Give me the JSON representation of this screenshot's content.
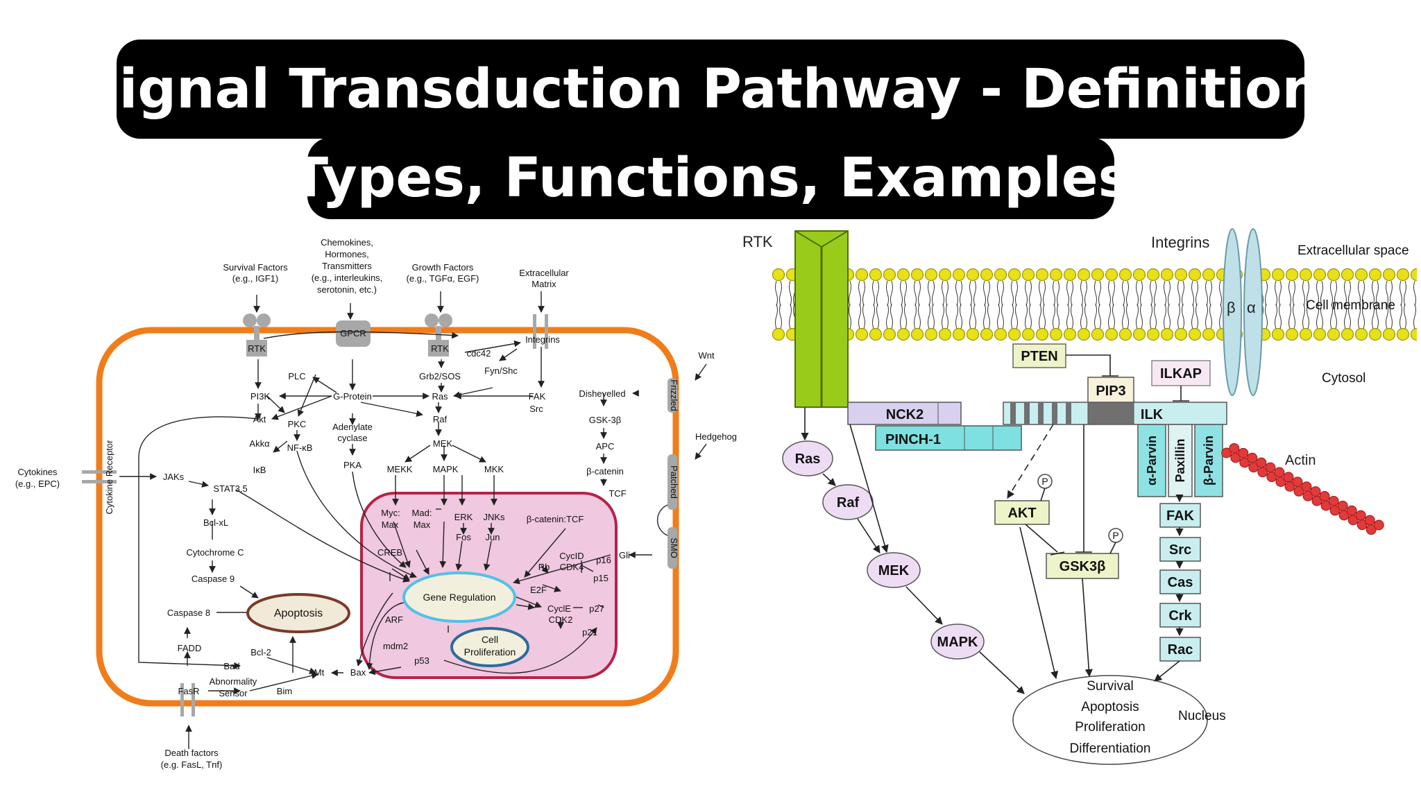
{
  "banner": {
    "line1": "Signal Transduction Pathway - Definition,",
    "line2": "Types, Functions, Examples"
  },
  "left": {
    "survival": [
      "Survival Factors",
      "(e.g., IGF1)"
    ],
    "chemokines": [
      "Chemokines,",
      "Hormones,",
      "Transmitters",
      "(e.g., interleukins,",
      "serotonin, etc.)"
    ],
    "growth": [
      "Growth Factors",
      "(e.g., TGFα, EGF)"
    ],
    "ecm": [
      "Extracellular",
      "Matrix"
    ],
    "rtk": "RTK",
    "gpcr": "GPCR",
    "integrins": "Integrins",
    "cdc42": "cdc42",
    "fynshc": "Fyn/Shc",
    "grb2": "Grb2/SOS",
    "plc": "PLC",
    "pi3k": "PI3K",
    "gprotein": "G-Protein",
    "ras": "Ras",
    "fak": "FAK",
    "src": "Src",
    "akt": "Akt",
    "pkc": "PKC",
    "adenylate": [
      "Adenylate",
      "cyclase"
    ],
    "raf": "Raf",
    "akka": "Akkα",
    "nfkb": "NF-κB",
    "ikb": "IκB",
    "mek": "MEK",
    "pka": "PKA",
    "mekk": "MEKK",
    "mapk": "MAPK",
    "mkk": "MKK",
    "cytokines": [
      "Cytokines",
      "(e.g., EPC)"
    ],
    "cytokine_receptor": "Cytokine Receptor",
    "jaks": "JAKs",
    "stat": "STAT3,5",
    "bclxl": "Bcl-xL",
    "cytc": "Cytochrome C",
    "casp9": "Caspase 9",
    "casp8": "Caspase 8",
    "apoptosis": "Apoptosis",
    "fadd": "FADD",
    "bad": "Bad",
    "bcl2": "Bcl-2",
    "mt": "Mt",
    "bax": "Bax",
    "fasr": "FasR",
    "abn": [
      "Abnormality",
      "Sensor"
    ],
    "bim": "Bim",
    "death": [
      "Death factors",
      "(e.g. FasL, Tnf)"
    ],
    "wnt": "Wnt",
    "frizzled": "Frizzled",
    "dishevelled": "Dishevelled",
    "gsk": "GSK-3β",
    "apc": "APC",
    "bcat": "β-catenin",
    "hedgehog": "Hedgehog",
    "patched": "Patched",
    "smo": "SMO",
    "tcf": "TCF",
    "bcattcf": "β-catenin:TCF",
    "gli": "Gli",
    "myc": "Myc:",
    "mad": "Mad:",
    "max1": "Max",
    "max2": "Max",
    "erk": "ERK",
    "fos": "Fos",
    "jnks": "JNKs",
    "jun": "Jun",
    "creb": "CREB",
    "gene_reg": "Gene Regulation",
    "cycd": "CycID",
    "cdk4": "CDK4",
    "p16": "p16",
    "p15": "p15",
    "rb": "Rb",
    "e2f": "E2F",
    "cyce": "CyclE",
    "cdk2": "CDK2",
    "p27": "p27",
    "p21": "p21",
    "arf": "ARF",
    "mdm2": "mdm2",
    "p53": "p53",
    "cell_prolif": [
      "Cell",
      "Proliferation"
    ]
  },
  "right": {
    "rtk": "RTK",
    "integrins": "Integrins",
    "extracellular": "Extracellular space",
    "membrane": "Cell membrane",
    "cytosol": "Cytosol",
    "beta": "β",
    "alpha": "α",
    "pten": "PTEN",
    "ilkap": "ILKAP",
    "pip3": "PIP3",
    "nck2": "NCK2",
    "pinch1": "PINCH-1",
    "ilk": "ILK",
    "a_parvin": "α-Parvin",
    "paxillin": "Paxillin",
    "b_parvin": "β-Parvin",
    "actin": "Actin",
    "ras": "Ras",
    "raf": "Raf",
    "mek": "MEK",
    "mapk": "MAPK",
    "akt": "AKT",
    "gsk": "GSK3β",
    "p": "P",
    "fak": "FAK",
    "src": "Src",
    "cas": "Cas",
    "crk": "Crk",
    "rac": "Rac",
    "outcomes": [
      "Survival",
      "Apoptosis",
      "Proliferation",
      "Differentiation"
    ],
    "nucleus": "Nucleus"
  },
  "colors": {
    "banner_bg": "#000000",
    "cell_membrane": "#f07d1a",
    "nucleus_fill": "#f0c8df",
    "nucleus_border": "#b52346",
    "gene_reg_border": "#52c0e8",
    "rtk_green": "#99cc1a",
    "phospholipid": "#e8e018",
    "integrin_blue": "#bfe0e8",
    "actin_red": "#e03a3a",
    "node_purple": "#eedcf4",
    "node_yellow": "#eef4c8",
    "box_cyan": "#c8eef0"
  }
}
